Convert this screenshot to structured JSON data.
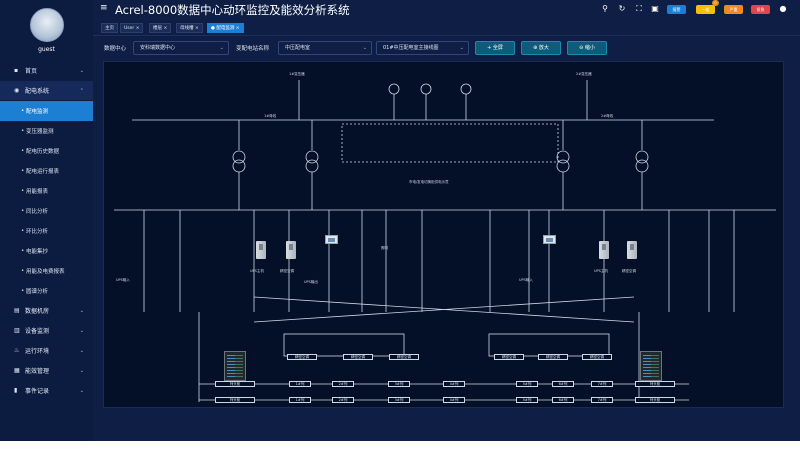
{
  "user": {
    "name": "guest"
  },
  "app": {
    "title": "Acrel-8000数据中心动环监控及能效分析系统"
  },
  "topbar": {
    "buttons": [
      {
        "label": "报警",
        "color": "#1d7fd4"
      },
      {
        "label": "一般",
        "color": "#f2c200"
      },
      {
        "label": "严重",
        "color": "#f08a1c"
      },
      {
        "label": "紧急",
        "color": "#e04646"
      }
    ],
    "badge": "0"
  },
  "sidebar": {
    "items": [
      {
        "label": "首页"
      },
      {
        "label": "配电系统",
        "open": true
      },
      {
        "label": "数据机房"
      },
      {
        "label": "设备监测"
      },
      {
        "label": "运行环境"
      },
      {
        "label": "能效管理"
      },
      {
        "label": "事件记录"
      }
    ],
    "subitems": [
      {
        "label": "配电监测",
        "active": true
      },
      {
        "label": "变压器监测"
      },
      {
        "label": "配电历史数据"
      },
      {
        "label": "配电运行报表"
      },
      {
        "label": "用能报表"
      },
      {
        "label": "同比分析"
      },
      {
        "label": "环比分析"
      },
      {
        "label": "电能集抄"
      },
      {
        "label": "用能及电费报表"
      },
      {
        "label": "圆谱分析"
      }
    ]
  },
  "tabs": [
    {
      "label": "主页"
    },
    {
      "label": "User",
      "close": "×"
    },
    {
      "label": "楼层",
      "close": "×"
    },
    {
      "label": "母线槽",
      "close": "×"
    },
    {
      "label": "配电监测",
      "close": "×",
      "active": true
    }
  ],
  "filters": {
    "center_label": "数据中心",
    "center_value": "安科瑞数据中心",
    "station_label": "变配电站名称",
    "station_value": "中压配电室",
    "diagram_value": "01#中压配电室主接线图",
    "fullscreen": "全屏",
    "zoom_in": "放大",
    "zoom_out": "缩小"
  },
  "diagram": {
    "labels": {
      "t1": "1#变压器",
      "t2": "2#变压器",
      "center": "市电/发电切换柜供电示意",
      "l1": "1#母线",
      "l2": "2#母线",
      "s1": "UPS输入",
      "s2": "UPS输出",
      "s3": "UPS主机",
      "s4": "精密空调",
      "s5": "照明",
      "s6": "UPS输入",
      "s7": "UPS主机",
      "s8": "精密空调"
    },
    "mid_boxes": [
      "精密空调",
      "精密空调",
      "精密空调",
      "精密空调",
      "精密空调",
      "精密空调"
    ],
    "bottom_row1": [
      "列头柜",
      "1#列",
      "2#列",
      "3#列",
      "4#列",
      "5#列",
      "6#列",
      "7#列",
      "列头柜"
    ],
    "bottom_row2": [
      "列头柜",
      "1#列",
      "2#列",
      "3#列",
      "4#列",
      "5#列",
      "6#列",
      "7#列",
      "列头柜"
    ]
  },
  "colors": {
    "sidebar": "#0c1b40",
    "active": "#1d7fd4",
    "canvas": "#041028",
    "line": "#cfd8e6"
  }
}
